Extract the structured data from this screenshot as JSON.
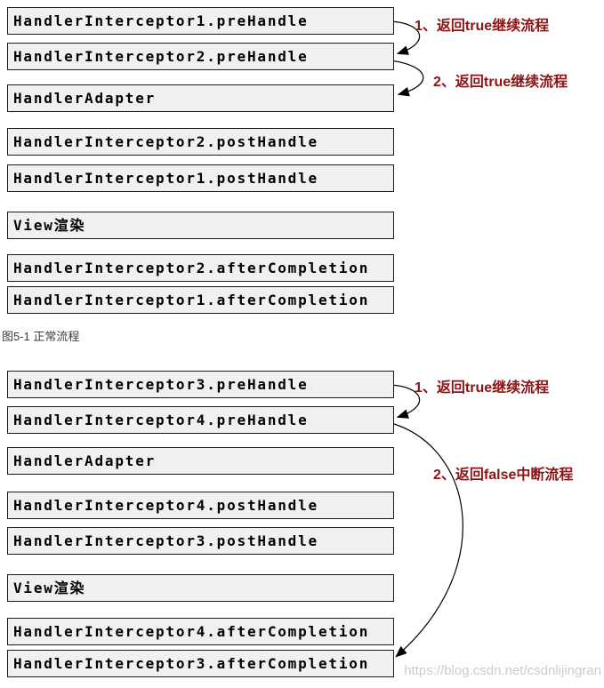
{
  "page": {
    "watermark": "https://blog.csdn.net/csdnlijingran"
  },
  "colors": {
    "box_bg": "#f0f0f0",
    "box_border": "#1a1a1a",
    "annotation": "#8b1414",
    "caption": "#3c3c3c",
    "watermark": "#cccccc",
    "arrow": "#000000"
  },
  "diagram1": {
    "caption": "图5-1 正常流程",
    "boxes": [
      {
        "label": "HandlerInterceptor1.preHandle"
      },
      {
        "label": "HandlerInterceptor2.preHandle"
      },
      {
        "label": "HandlerAdapter"
      },
      {
        "label": "HandlerInterceptor2.postHandle"
      },
      {
        "label": "HandlerInterceptor1.postHandle"
      },
      {
        "label": "View渲染"
      },
      {
        "label": "HandlerInterceptor2.afterCompletion"
      },
      {
        "label": "HandlerInterceptor1.afterCompletion"
      }
    ],
    "annotations": [
      {
        "label": "1、返回true继续流程"
      },
      {
        "label": "2、返回true继续流程"
      }
    ]
  },
  "diagram2": {
    "boxes": [
      {
        "label": "HandlerInterceptor3.preHandle"
      },
      {
        "label": "HandlerInterceptor4.preHandle"
      },
      {
        "label": "HandlerAdapter"
      },
      {
        "label": "HandlerInterceptor4.postHandle"
      },
      {
        "label": "HandlerInterceptor3.postHandle"
      },
      {
        "label": "View渲染"
      },
      {
        "label": "HandlerInterceptor4.afterCompletion"
      },
      {
        "label": "HandlerInterceptor3.afterCompletion"
      }
    ],
    "annotations": [
      {
        "label": "1、返回true继续流程"
      },
      {
        "label": "2、返回false中断流程"
      }
    ]
  }
}
